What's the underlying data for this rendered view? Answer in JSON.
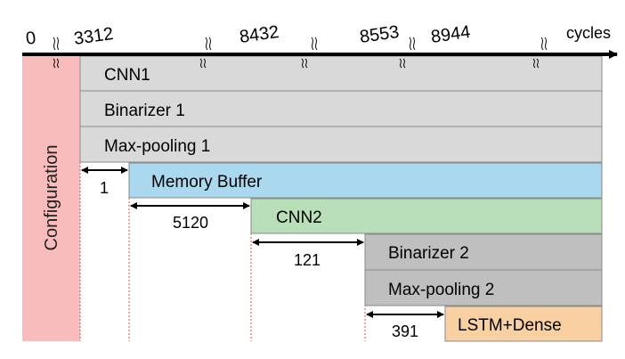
{
  "axis": {
    "label": "cycles",
    "ticks": [
      "0",
      "3312",
      "8432",
      "8553",
      "8944"
    ]
  },
  "configuration_label": "Configuration",
  "stages": [
    {
      "label": "CNN1",
      "color": "#d9d9d9"
    },
    {
      "label": "Binarizer 1",
      "color": "#d9d9d9"
    },
    {
      "label": "Max-pooling 1",
      "color": "#d9d9d9"
    },
    {
      "label": "Memory Buffer",
      "color": "#a9d8ef"
    },
    {
      "label": "CNN2",
      "color": "#b8dfb8"
    },
    {
      "label": "Binarizer 2",
      "color": "#bfbfbf"
    },
    {
      "label": "Max-pooling 2",
      "color": "#bfbfbf"
    },
    {
      "label": "LSTM+Dense",
      "color": "#f9d0a2"
    }
  ],
  "delays": [
    "1",
    "5120",
    "121",
    "391"
  ],
  "colors": {
    "configuration": "#f8bcbc",
    "guide_lines": "#d9534f",
    "axis": "#000000",
    "block_border": "#8a8a8a"
  }
}
